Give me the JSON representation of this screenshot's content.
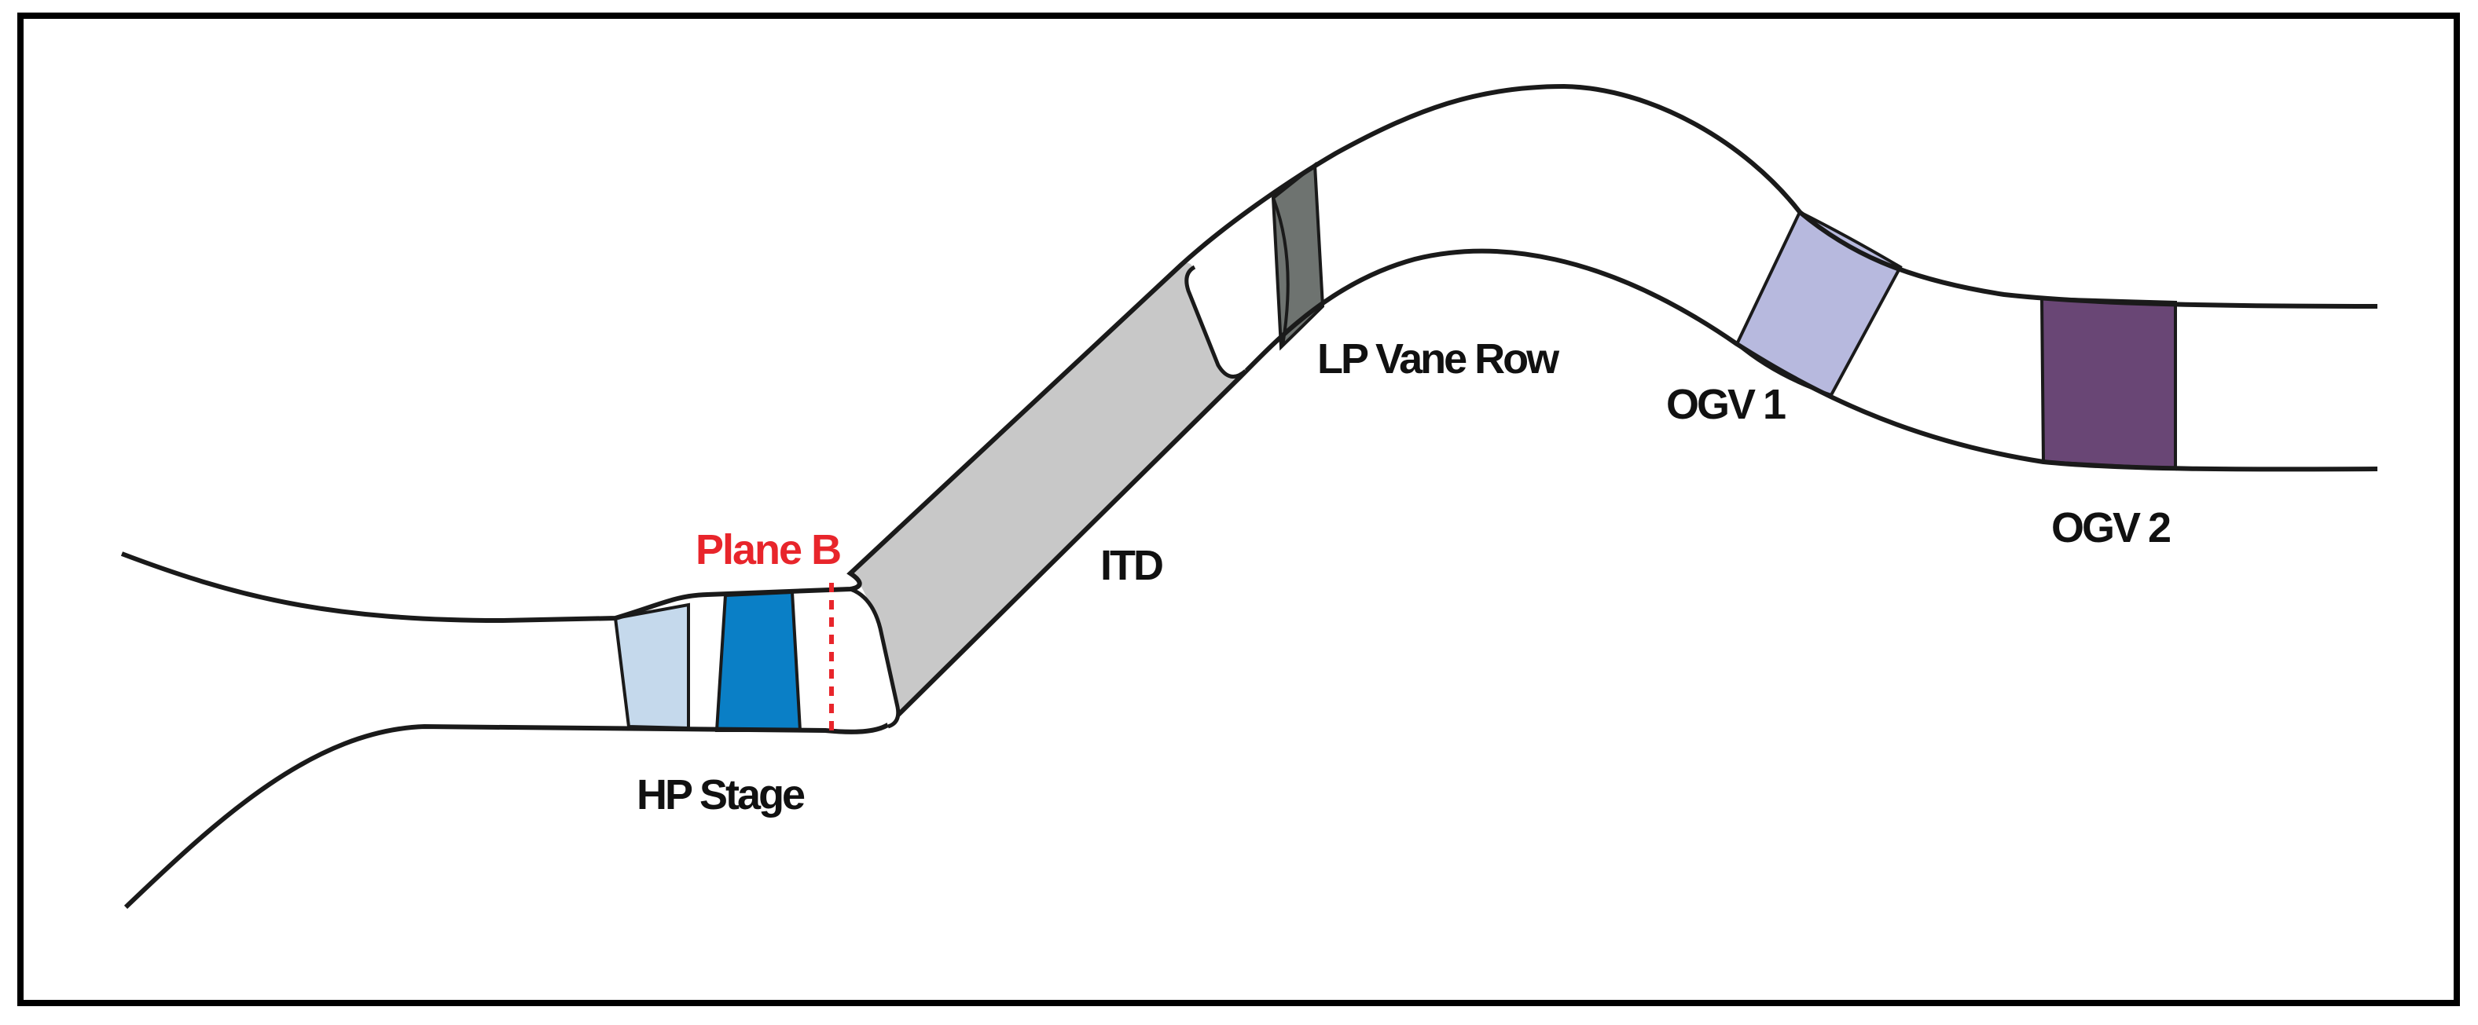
{
  "labels": {
    "hp_stage": "HP Stage",
    "plane_b": "Plane B",
    "itd": "ITD",
    "lp_vane_row": "LP Vane Row",
    "ogv1": "OGV 1",
    "ogv2": "OGV 2"
  },
  "colors": {
    "frame": "#000000",
    "duct_wall": "#1a1a1a",
    "hp_vane": "#c5d9ec",
    "hp_rotor": "#0a7fc6",
    "itd_fill": "#c8c8c8",
    "lp_vane": "#6e7370",
    "ogv1": "#b7b9de",
    "ogv2": "#694675",
    "plane_b": "#e8252b"
  }
}
